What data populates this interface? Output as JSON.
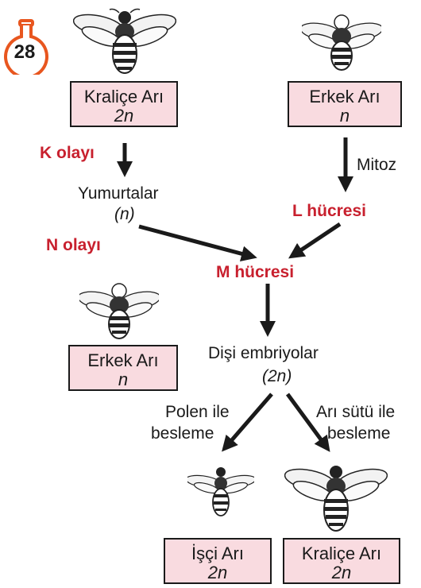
{
  "question_number": "28",
  "boxes": {
    "queen_top": {
      "name": "Kraliçe Arı",
      "ploidy": "2n"
    },
    "drone_top": {
      "name": "Erkek Arı",
      "ploidy": "n"
    },
    "drone_mid": {
      "name": "Erkek Arı",
      "ploidy": "n"
    },
    "worker": {
      "name": "İşçi Arı",
      "ploidy": "2n"
    },
    "queen_bottom": {
      "name": "Kraliçe Arı",
      "ploidy": "2n"
    }
  },
  "labels": {
    "k_event": "K olayı",
    "n_event": "N olayı",
    "mitosis": "Mitoz",
    "eggs": "Yumurtalar",
    "eggs_ploidy": "(n)",
    "l_cell": "L hücresi",
    "m_cell": "M hücresi",
    "female_embryos": "Dişi embriyolar",
    "embryos_ploidy": "(2n)",
    "pollen_feeding_1": "Polen ile",
    "pollen_feeding_2": "besleme",
    "royal_jelly_1": "Arı sütü ile",
    "royal_jelly_2": "besleme"
  },
  "colors": {
    "box_fill": "#f9dbe0",
    "highlight_red": "#c8202e",
    "badge_orange": "#e8561f"
  }
}
